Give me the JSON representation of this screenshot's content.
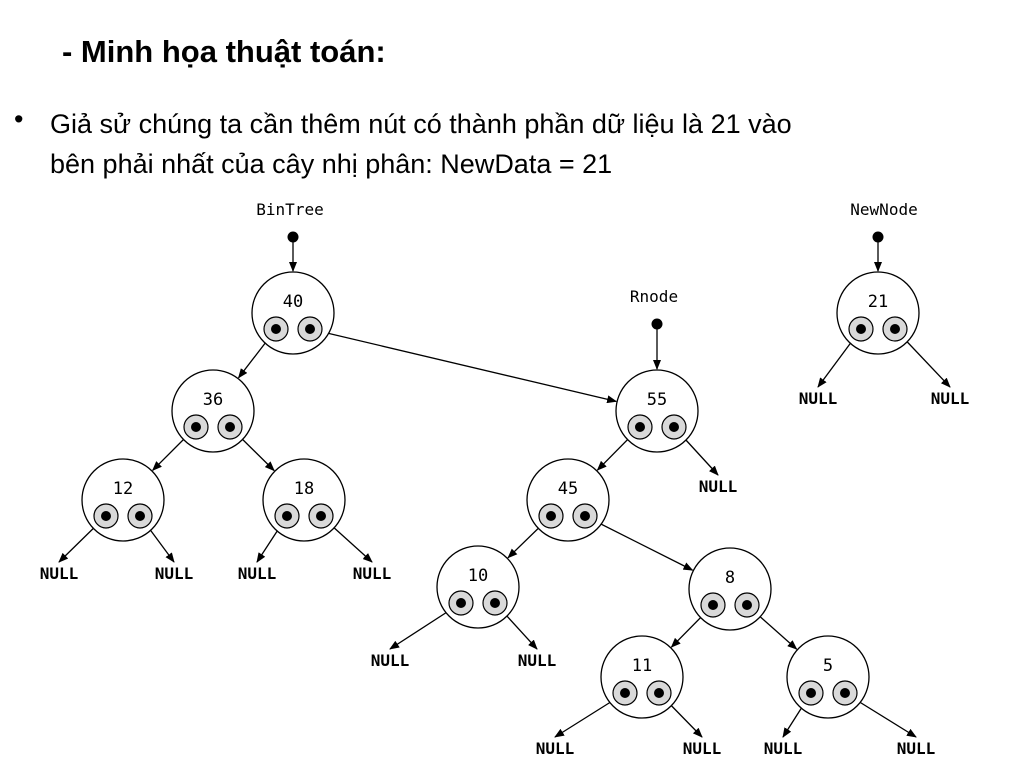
{
  "slide": {
    "title": "- Minh họa thuật toán:",
    "bullet_marker": "•",
    "bullet_text": "Giả sử chúng ta cần thêm nút có thành phần dữ liệu là 21 vào\nbên phải nhất của cây nhị phân: NewData = 21"
  },
  "diagram": {
    "pointers": [
      {
        "id": "bintree",
        "label": "BinTree",
        "target": "n40"
      },
      {
        "id": "rnode",
        "label": "Rnode",
        "target": "n55"
      },
      {
        "id": "newnode",
        "label": "NewNode",
        "target": "n21"
      }
    ],
    "nodes": [
      {
        "id": "n40",
        "value": "40",
        "left": "n36",
        "right": "n55"
      },
      {
        "id": "n36",
        "value": "36",
        "left": "n12",
        "right": "n18"
      },
      {
        "id": "n55",
        "value": "55",
        "left": "n45",
        "right": "NULL"
      },
      {
        "id": "n12",
        "value": "12",
        "left": "NULL",
        "right": "NULL"
      },
      {
        "id": "n18",
        "value": "18",
        "left": "NULL",
        "right": "NULL"
      },
      {
        "id": "n45",
        "value": "45",
        "left": "n10",
        "right": "n8"
      },
      {
        "id": "n10",
        "value": "10",
        "left": "NULL",
        "right": "NULL"
      },
      {
        "id": "n8",
        "value": "8",
        "left": "n11",
        "right": "n5"
      },
      {
        "id": "n11",
        "value": "11",
        "left": "NULL",
        "right": "NULL"
      },
      {
        "id": "n5",
        "value": "5",
        "left": "NULL",
        "right": "NULL"
      },
      {
        "id": "n21",
        "value": "21",
        "left": "NULL",
        "right": "NULL"
      }
    ],
    "null_label": "NULL"
  }
}
